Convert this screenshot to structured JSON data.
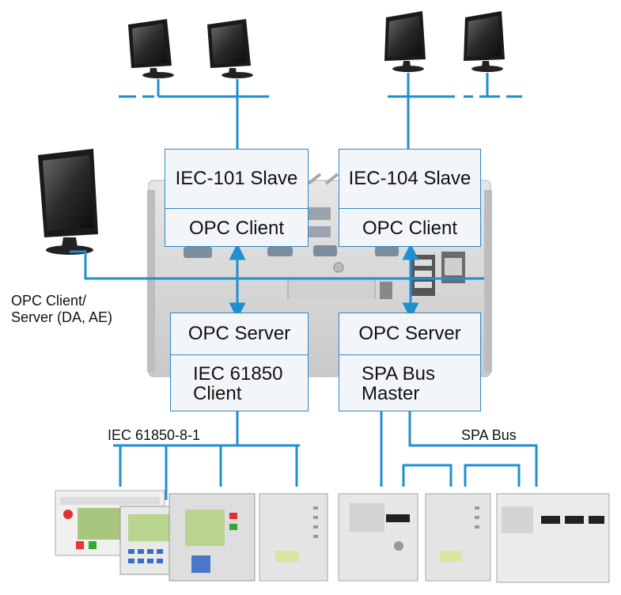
{
  "colors": {
    "connector": "#1f8fd0",
    "box_border": "#2f86c8",
    "box_fill": "#f3f6f8",
    "device_body": "#d9dadb"
  },
  "boxes": {
    "iec101_slave": "IEC-101 Slave",
    "opc_client_left": "OPC Client",
    "iec104_slave": "IEC-104 Slave",
    "opc_client_right": "OPC Client",
    "opc_server_left": "OPC Server",
    "iec61850_client_line1": "IEC 61850",
    "iec61850_client_line2": "Client",
    "opc_server_right": "OPC Server",
    "spa_master_line1": "SPA Bus",
    "spa_master_line2": "Master"
  },
  "labels": {
    "opc_client_server_line1": "OPC Client/",
    "opc_client_server_line2": "Server (DA, AE)",
    "iec61850_bus": "IEC 61850-8-1",
    "spa_bus": "SPA Bus"
  },
  "icons": [
    "monitor-icon",
    "computer-icon",
    "protection-relay-icon"
  ]
}
